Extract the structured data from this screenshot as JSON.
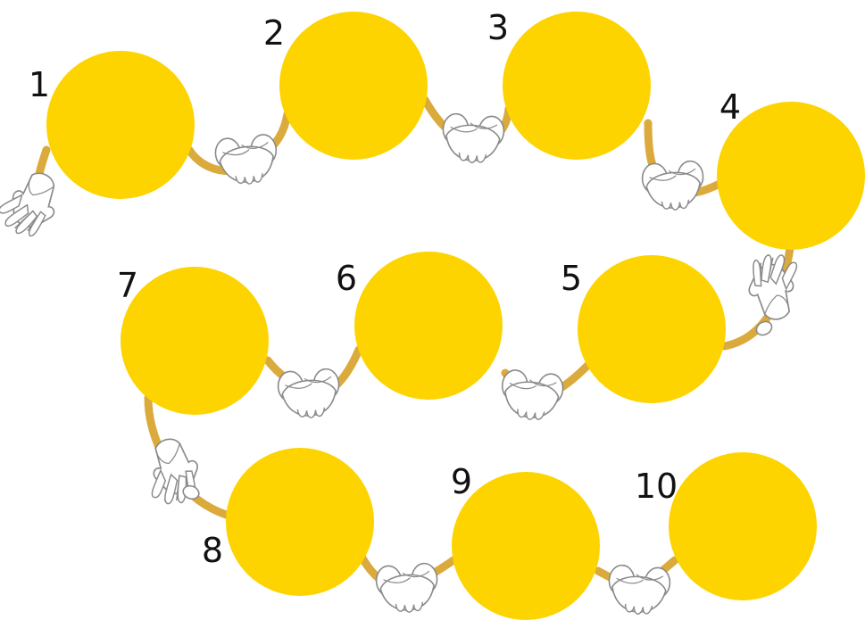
{
  "colors": {
    "circle": "#FDD300",
    "arm": "#DBAA3C",
    "glove": "#FFFFFF",
    "glove_outline": "#8A8A8A",
    "number": "#111111"
  },
  "nodes": [
    {
      "label": "1"
    },
    {
      "label": "2"
    },
    {
      "label": "3"
    },
    {
      "label": "4"
    },
    {
      "label": "5"
    },
    {
      "label": "6"
    },
    {
      "label": "7"
    },
    {
      "label": "8"
    },
    {
      "label": "9"
    },
    {
      "label": "10"
    }
  ]
}
